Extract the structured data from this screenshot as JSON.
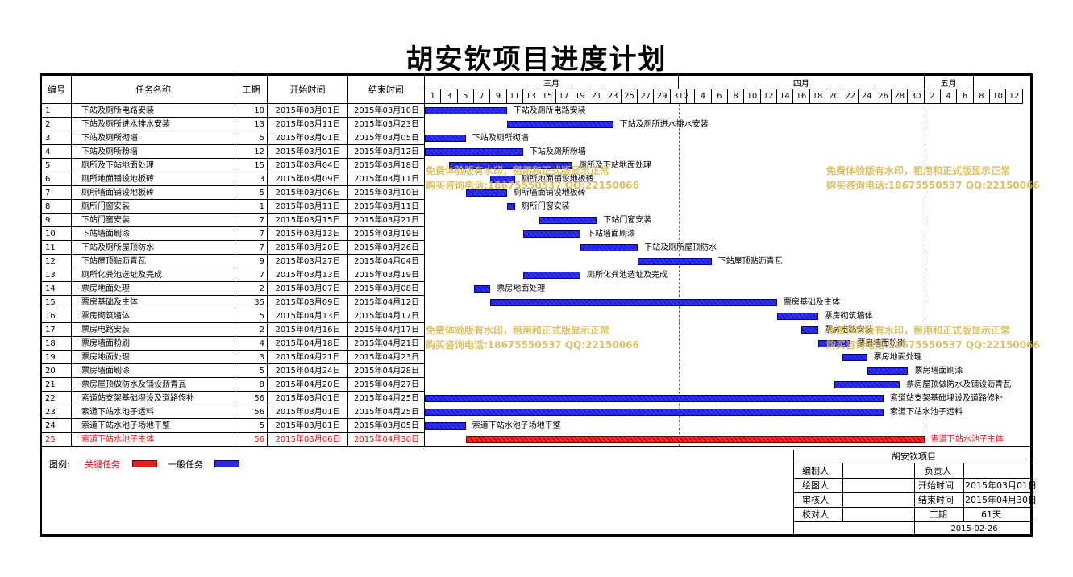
{
  "title": "胡安钦项目进度计划",
  "headers": {
    "no": "编号",
    "name": "任务名称",
    "dur": "工期",
    "start": "开始时间",
    "end": "结束时间"
  },
  "months": [
    {
      "label": "三月",
      "days": [
        "1",
        "3",
        "5",
        "7",
        "9",
        "11",
        "13",
        "15",
        "17",
        "19",
        "21",
        "23",
        "25",
        "27",
        "29",
        "31"
      ]
    },
    {
      "label": "四月",
      "days": [
        "2",
        "4",
        "6",
        "8",
        "10",
        "12",
        "14",
        "16",
        "18",
        "20",
        "22",
        "24",
        "26",
        "28",
        "30"
      ]
    },
    {
      "label": "五月",
      "days": [
        "2",
        "4",
        "6",
        "8",
        "10",
        "12"
      ]
    }
  ],
  "tasks": [
    {
      "no": "1",
      "name": "下站及厕所电路安装",
      "dur": "10",
      "start": "2015年03月01日",
      "end": "2015年03月10日",
      "s": 1,
      "d": 10,
      "critical": false
    },
    {
      "no": "2",
      "name": "下站及厕所进水排水安装",
      "dur": "13",
      "start": "2015年03月11日",
      "end": "2015年03月23日",
      "s": 11,
      "d": 13,
      "critical": false
    },
    {
      "no": "3",
      "name": "下站及厕所砌墙",
      "dur": "5",
      "start": "2015年03月01日",
      "end": "2015年03月05日",
      "s": 1,
      "d": 5,
      "critical": false
    },
    {
      "no": "4",
      "name": "下站及厕所粉墙",
      "dur": "12",
      "start": "2015年03月01日",
      "end": "2015年03月12日",
      "s": 1,
      "d": 12,
      "critical": false
    },
    {
      "no": "5",
      "name": "厕所及下站地面处理",
      "dur": "15",
      "start": "2015年03月04日",
      "end": "2015年03月18日",
      "s": 4,
      "d": 15,
      "critical": false
    },
    {
      "no": "6",
      "name": "厕所地面铺设地板砖",
      "dur": "3",
      "start": "2015年03月09日",
      "end": "2015年03月11日",
      "s": 9,
      "d": 3,
      "critical": false
    },
    {
      "no": "7",
      "name": "厕所墙面铺设地板砖",
      "dur": "5",
      "start": "2015年03月06日",
      "end": "2015年03月10日",
      "s": 6,
      "d": 5,
      "critical": false
    },
    {
      "no": "8",
      "name": "厕所门窗安装",
      "dur": "1",
      "start": "2015年03月11日",
      "end": "2015年03月11日",
      "s": 11,
      "d": 1,
      "critical": false
    },
    {
      "no": "9",
      "name": "下站门窗安装",
      "dur": "7",
      "start": "2015年03月15日",
      "end": "2015年03月21日",
      "s": 15,
      "d": 7,
      "critical": false
    },
    {
      "no": "10",
      "name": "下站墙面刷漆",
      "dur": "7",
      "start": "2015年03月13日",
      "end": "2015年03月19日",
      "s": 13,
      "d": 7,
      "critical": false
    },
    {
      "no": "11",
      "name": "下站及厕所屋顶防水",
      "dur": "7",
      "start": "2015年03月20日",
      "end": "2015年03月26日",
      "s": 20,
      "d": 7,
      "critical": false
    },
    {
      "no": "12",
      "name": "下站屋顶贴沥青瓦",
      "dur": "9",
      "start": "2015年03月27日",
      "end": "2015年04月04日",
      "s": 27,
      "d": 9,
      "critical": false
    },
    {
      "no": "13",
      "name": "厕所化粪池选址及完成",
      "dur": "7",
      "start": "2015年03月13日",
      "end": "2015年03月19日",
      "s": 13,
      "d": 7,
      "critical": false
    },
    {
      "no": "14",
      "name": "票房地面处理",
      "dur": "2",
      "start": "2015年03月07日",
      "end": "2015年03月08日",
      "s": 7,
      "d": 2,
      "critical": false
    },
    {
      "no": "15",
      "name": "票房基础及主体",
      "dur": "35",
      "start": "2015年03月09日",
      "end": "2015年04月12日",
      "s": 9,
      "d": 35,
      "critical": false
    },
    {
      "no": "16",
      "name": "票房砌筑墙体",
      "dur": "5",
      "start": "2015年04月13日",
      "end": "2015年04月17日",
      "s": 44,
      "d": 5,
      "critical": false
    },
    {
      "no": "17",
      "name": "票房电路安装",
      "dur": "2",
      "start": "2015年04月16日",
      "end": "2015年04月17日",
      "s": 47,
      "d": 2,
      "critical": false
    },
    {
      "no": "18",
      "name": "票房墙面粉刷",
      "dur": "4",
      "start": "2015年04月18日",
      "end": "2015年04月21日",
      "s": 49,
      "d": 4,
      "critical": false
    },
    {
      "no": "19",
      "name": "票房地面处理",
      "dur": "3",
      "start": "2015年04月21日",
      "end": "2015年04月23日",
      "s": 52,
      "d": 3,
      "critical": false
    },
    {
      "no": "20",
      "name": "票房墙面刷漆",
      "dur": "5",
      "start": "2015年04月24日",
      "end": "2015年04月28日",
      "s": 55,
      "d": 5,
      "critical": false
    },
    {
      "no": "21",
      "name": "票房屋顶做防水及铺设沥青瓦",
      "dur": "8",
      "start": "2015年04月20日",
      "end": "2015年04月27日",
      "s": 51,
      "d": 8,
      "critical": false
    },
    {
      "no": "22",
      "name": "索道站支架基础埋设及道路修补",
      "dur": "56",
      "start": "2015年03月01日",
      "end": "2015年04月25日",
      "s": 1,
      "d": 56,
      "critical": false
    },
    {
      "no": "23",
      "name": "索道下站水池子运料",
      "dur": "56",
      "start": "2015年03月01日",
      "end": "2015年04月25日",
      "s": 1,
      "d": 56,
      "critical": false
    },
    {
      "no": "24",
      "name": "索道下站水池子场地平整",
      "dur": "5",
      "start": "2015年03月01日",
      "end": "2015年03月05日",
      "s": 1,
      "d": 5,
      "critical": false
    },
    {
      "no": "25",
      "name": "索道下站水池子主体",
      "dur": "56",
      "start": "2015年03月06日",
      "end": "2015年04月30日",
      "s": 6,
      "d": 56,
      "critical": true
    }
  ],
  "legend": {
    "label": "图例:",
    "critical": "关键任务",
    "normal": "一般任务"
  },
  "info": {
    "project": "胡安钦项目",
    "editor_label": "编制人",
    "editor": "",
    "owner_label": "负责人",
    "owner": "",
    "drawer_label": "绘图人",
    "drawer": "",
    "start_label": "开始时间",
    "start": "2015年03月01日",
    "reviewer_label": "审核人",
    "reviewer": "",
    "end_label": "结束时间",
    "end": "2015年04月30日",
    "checker_label": "校对人",
    "checker": "",
    "duration_label": "工期",
    "duration": "61天",
    "date": "2015-02-26"
  },
  "watermark": {
    "line1": "免费体验版有水印，租用和正式版显示正常",
    "line2": "购买咨询电话:18675550537 QQ:22150066"
  },
  "colors": {
    "normal": "#2b2bdd",
    "critical": "#e02020",
    "critical_text": "#ff0000",
    "watermark": "#d9b64a"
  }
}
